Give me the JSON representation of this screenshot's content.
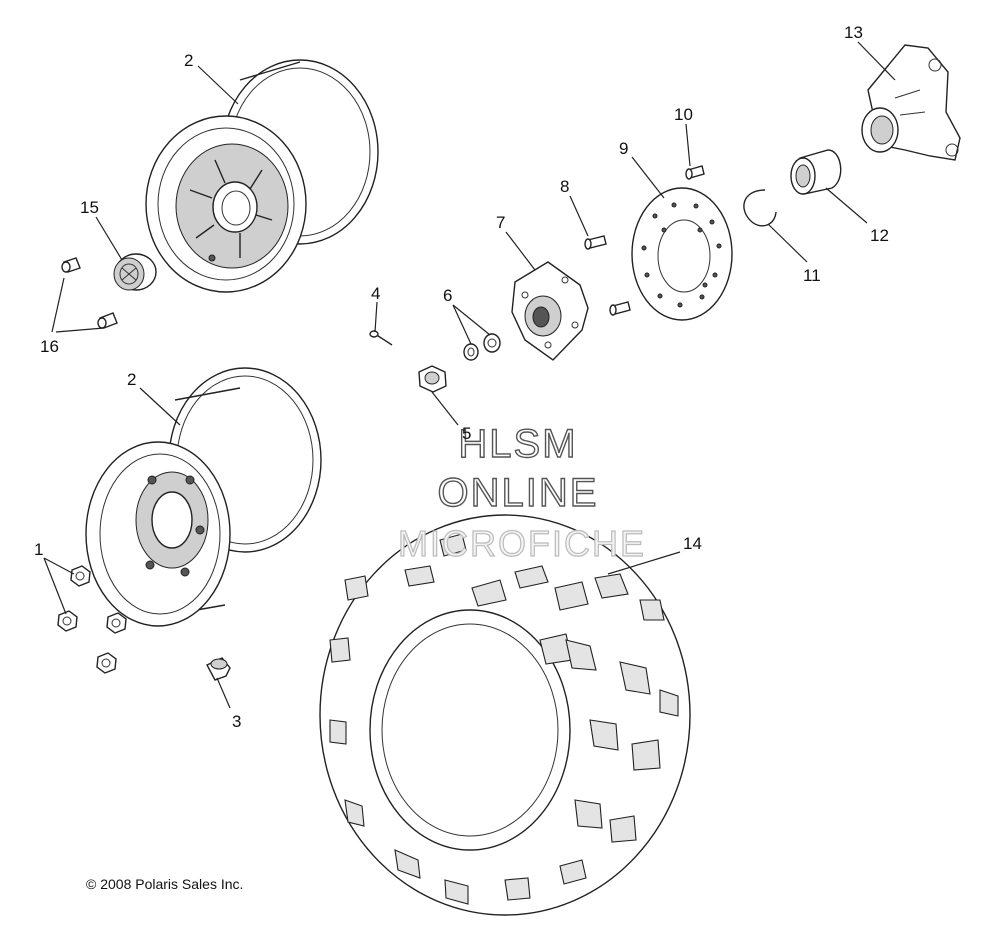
{
  "callouts": {
    "c1": "1",
    "c2a": "2",
    "c2b": "2",
    "c3": "3",
    "c4": "4",
    "c5": "5",
    "c6": "6",
    "c7": "7",
    "c8": "8",
    "c9": "9",
    "c10": "10",
    "c11": "11",
    "c12": "12",
    "c13": "13",
    "c14": "14",
    "c15": "15",
    "c16": "16"
  },
  "watermark": {
    "line1": "HLSM",
    "line2": "ONLINE",
    "line3": "MICROFICHE"
  },
  "copyright": "© 2008 Polaris Sales Inc."
}
